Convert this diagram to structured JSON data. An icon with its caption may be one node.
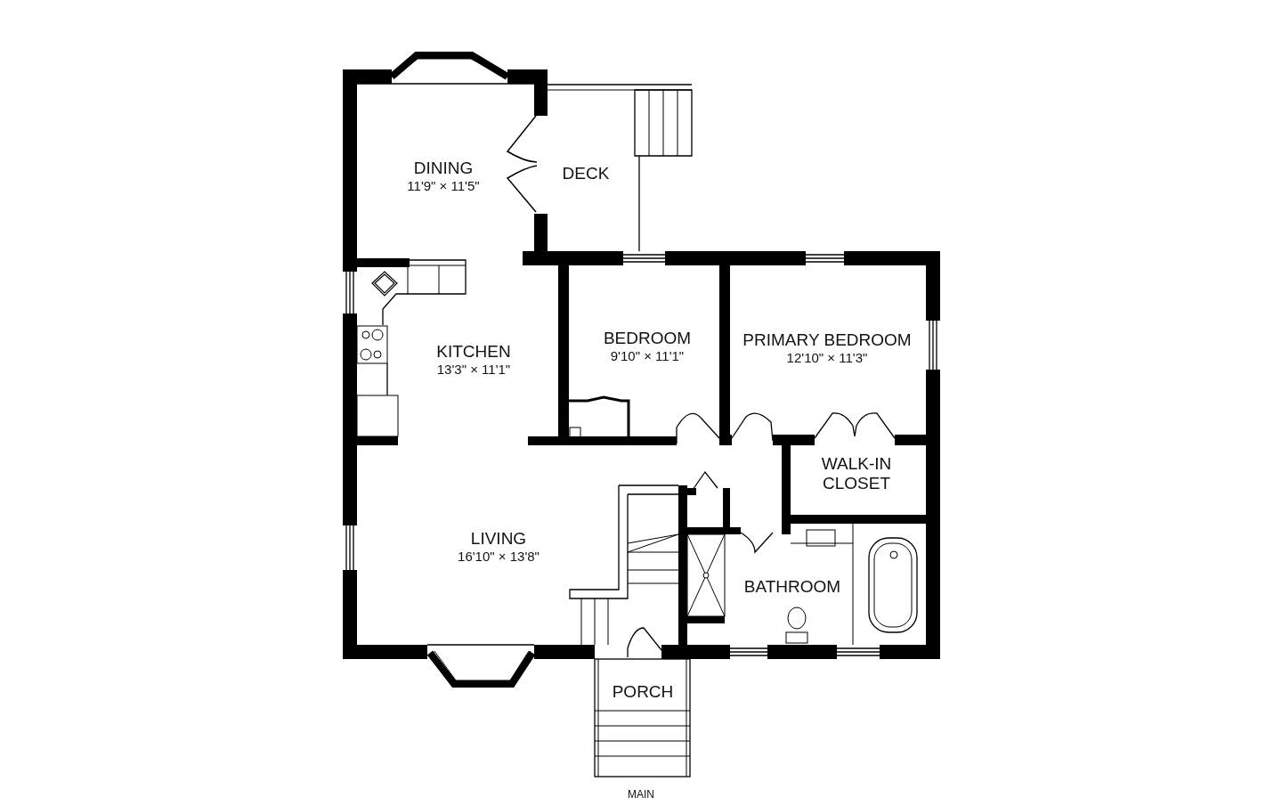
{
  "diagram": {
    "nodes": [
      {
        "text": [
          "DINING",
          "11'9\" × 11'5\""
        ]
      },
      {
        "text": [
          "DECK"
        ]
      },
      {
        "text": [
          "KITCHEN",
          "13'3\" × 11'1\""
        ]
      },
      {
        "text": [
          "BEDROOM",
          "9'10\" × 11'1\""
        ]
      },
      {
        "text": [
          "PRIMARY BEDROOM",
          "12'10\" × 11'3\""
        ]
      },
      {
        "text": [
          "WALK-IN CLOSET"
        ]
      },
      {
        "text": [
          "LIVING",
          "16'10\" × 13'8\""
        ]
      },
      {
        "text": [
          "BATHROOM"
        ]
      },
      {
        "text": [
          "PORCH"
        ]
      }
    ],
    "labels": [
      "MAIN"
    ]
  }
}
